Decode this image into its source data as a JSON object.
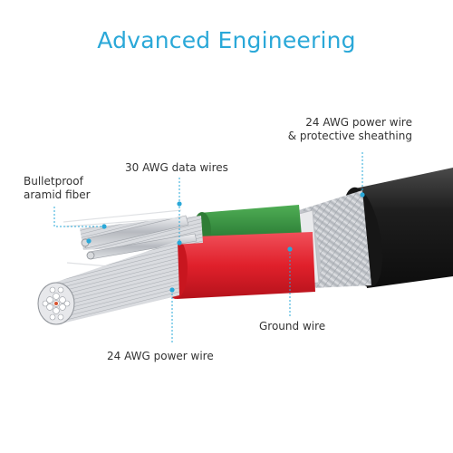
{
  "title": "Advanced Engineering",
  "accent_color": "#2aa8d8",
  "labels": {
    "power_sheath_line1": "24 AWG power wire",
    "power_sheath_line2": "& protective sheathing",
    "data_wires": "30 AWG data wires",
    "aramid_line1": "Bulletproof",
    "aramid_line2": "aramid fiber",
    "ground_wire": "Ground wire",
    "power_wire": "24 AWG power wire"
  },
  "colors": {
    "jacket": "#1b1b1b",
    "red_insulation": "#e3232d",
    "green_insulation": "#2f8b3a",
    "conductor": "#c9ccd1"
  }
}
